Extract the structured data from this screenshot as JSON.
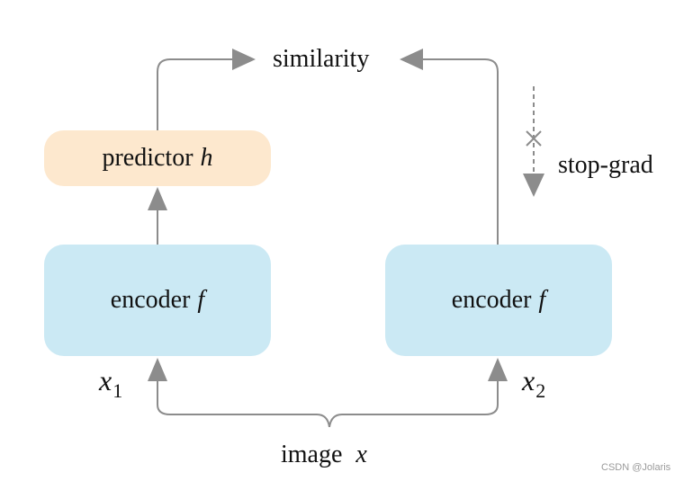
{
  "labels": {
    "similarity": "similarity",
    "stop_grad": "stop-grad",
    "image_word": "image",
    "image_var": "x",
    "x1_symbol": "x",
    "x1_sub": "1",
    "x2_symbol": "x",
    "x2_sub": "2"
  },
  "boxes": {
    "predictor": {
      "text": "predictor",
      "var": "h",
      "color": "#fde8ce"
    },
    "encoder_left": {
      "text": "encoder",
      "var": "f",
      "color": "#cbe9f4"
    },
    "encoder_right": {
      "text": "encoder",
      "var": "f",
      "color": "#cbe9f4"
    }
  },
  "colors": {
    "arrow": "#8c8c8c",
    "text": "#111111"
  },
  "watermark": "CSDN @Jolaris"
}
